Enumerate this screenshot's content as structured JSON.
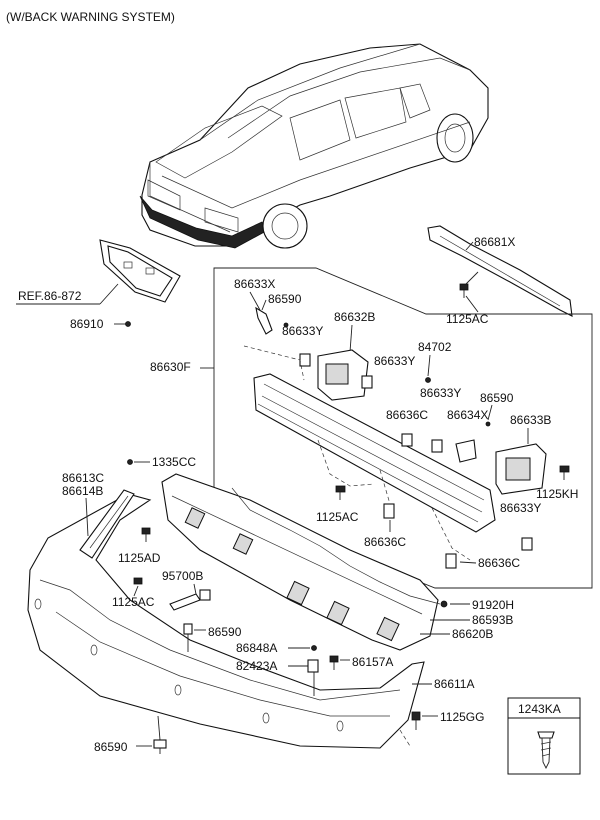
{
  "header": {
    "title": "(W/BACK WARNING SYSTEM)"
  },
  "ref_label": "REF.86-872",
  "labels": {
    "p86681X": "86681X",
    "p1125AC_a": "1125AC",
    "p86910": "86910",
    "p86633X": "86633X",
    "p86590_a": "86590",
    "p86633Y_a": "86633Y",
    "p86632B": "86632B",
    "p84702": "84702",
    "p86633Y_b": "86633Y",
    "p86630F": "86630F",
    "p86633Y_c": "86633Y",
    "p86590_b": "86590",
    "p86636C_a": "86636C",
    "p86634X": "86634X",
    "p86633B": "86633B",
    "p1125KH": "1125KH",
    "p1125AC_b": "1125AC",
    "p86633Y_d": "86633Y",
    "p86636C_b": "86636C",
    "p86636C_c": "86636C",
    "p86613C": "86613C",
    "p86614B": "86614B",
    "p1335CC": "1335CC",
    "p1125AD": "1125AD",
    "p95700B": "95700B",
    "p1125AC_c": "1125AC",
    "p91920H": "91920H",
    "p86593B": "86593B",
    "p86620B": "86620B",
    "p86590_c": "86590",
    "p86848A": "86848A",
    "p86157A": "86157A",
    "p82423A": "82423A",
    "p86611A": "86611A",
    "p1125GG": "1125GG",
    "p86590_d": "86590"
  },
  "legend_box": {
    "label": "1243KA"
  }
}
